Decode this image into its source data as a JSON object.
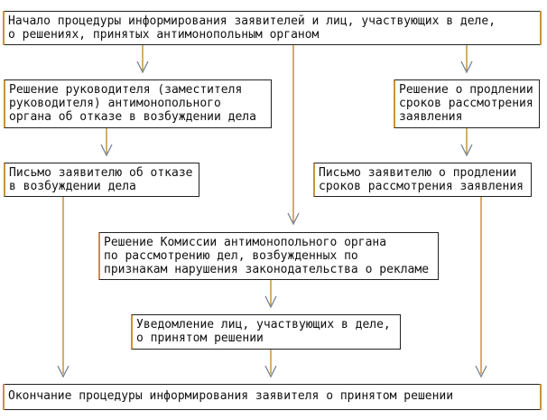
{
  "start": {
    "lines": [
      "Начало процедуры информирования заявителей и лиц, участвующих в деле,",
      "о решениях, принятых антимонопольным органом"
    ]
  },
  "refusal_decision": {
    "lines": [
      "Решение руководителя (заместителя",
      "руководителя) антимонопольного",
      "органа об отказе в возбуждении дела"
    ]
  },
  "extension_decision": {
    "lines": [
      "Решение о продлении",
      "сроков рассмотрения",
      "заявления"
    ]
  },
  "refusal_letter": {
    "lines": [
      "Письмо заявителю об отказе",
      "в возбуждении дела"
    ]
  },
  "extension_letter": {
    "lines": [
      "Письмо заявителю о продлении",
      "сроков рассмотрения заявления"
    ]
  },
  "commission_decision": {
    "lines": [
      "Решение Комиссии антимонопольного органа",
      "по рассмотрению дел, возбужденных по",
      "признакам нарушения законодательства о рекламе"
    ]
  },
  "notification": {
    "lines": [
      "Уведомление лиц, участвующих в деле,",
      "о принятом решении"
    ]
  },
  "end": {
    "lines": [
      "Окончание процедуры информирования заявителя о принятом решении"
    ]
  },
  "colors": {
    "connector": "#c8923c",
    "arrowhead": "#6d7c8c",
    "border": "#222222"
  }
}
